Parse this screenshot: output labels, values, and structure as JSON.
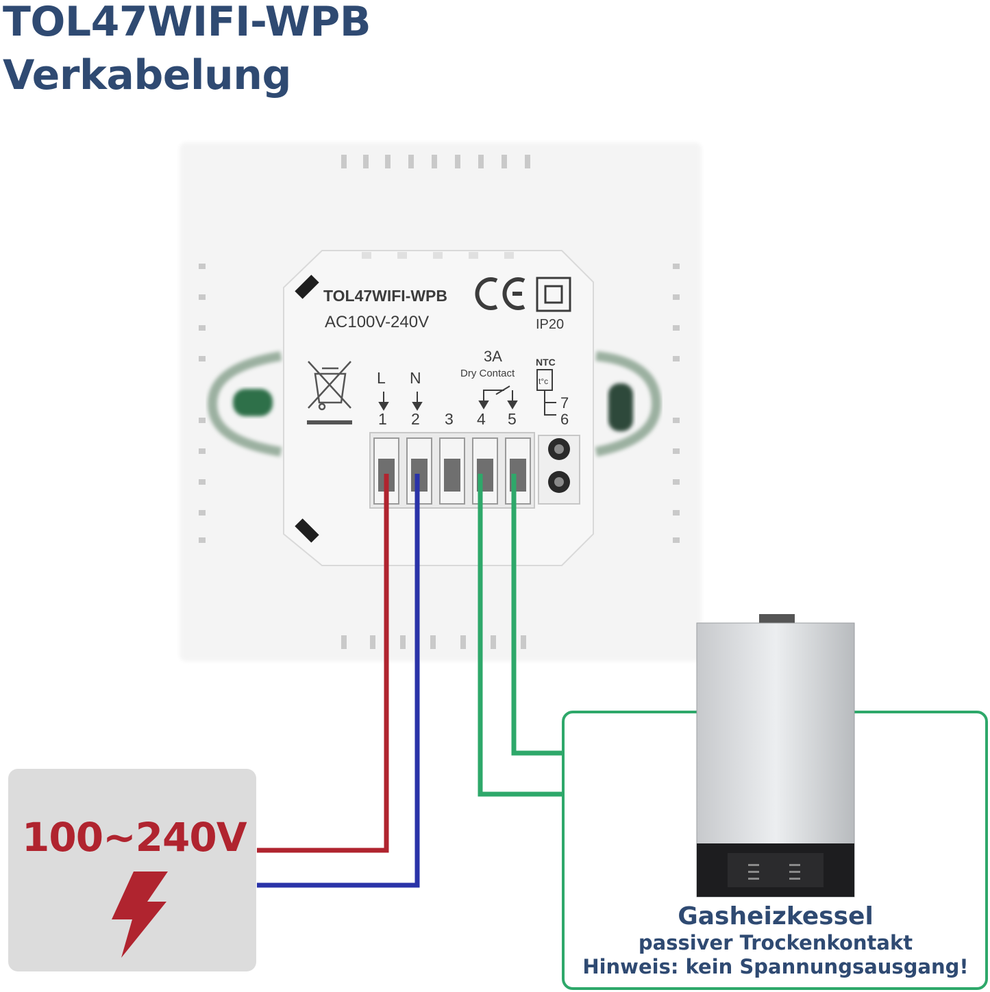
{
  "header": {
    "title_line1": "TOL47WIFI-WPB",
    "title_line2": "Verkabelung"
  },
  "device": {
    "model": "TOL47WIFI-WPB",
    "voltage": "AC100V-240V",
    "ip_rating": "IP20",
    "relay_rating": "3A",
    "relay_type": "Dry Contact",
    "ntc_label": "NTC",
    "ntc_symbol": "t°c",
    "letter_L": "L",
    "letter_N": "N",
    "terminals": [
      "1",
      "2",
      "3",
      "4",
      "5"
    ],
    "ntc_terminals": [
      "7",
      "6"
    ]
  },
  "power": {
    "label": "100~240V",
    "icon": "lightning-bolt-icon"
  },
  "boiler": {
    "name": "Gasheizkessel",
    "line1": "passiver Trockenkontakt",
    "line2": "Hinweis: kein Spannungsausgang!"
  },
  "colors": {
    "title": "#2f4a72",
    "wire_live": "#b0242f",
    "wire_neutral": "#2a33a8",
    "wire_contact": "#2ea86a",
    "power_text": "#b0242f",
    "power_box": "#dcdcdc",
    "boiler_frame": "#2ea86a"
  }
}
